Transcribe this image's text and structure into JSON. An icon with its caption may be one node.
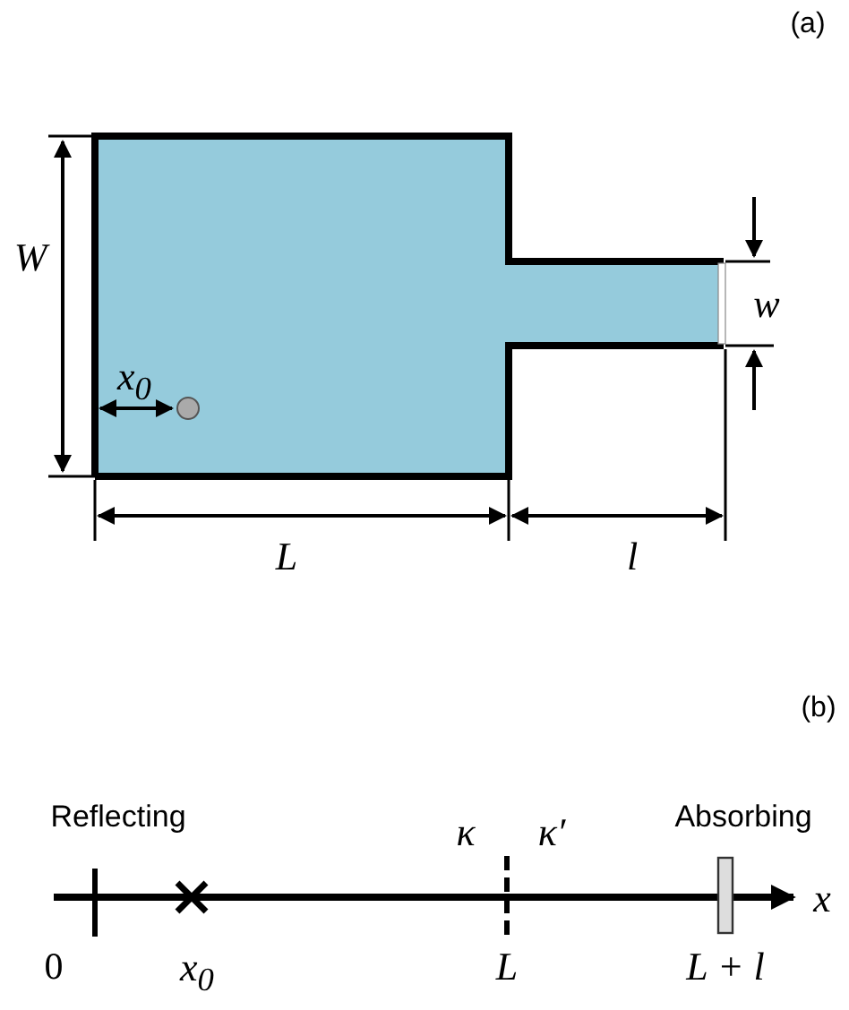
{
  "diagram": {
    "labels": [
      "(a)",
      "W",
      "w",
      "x$_{0}$",
      "L",
      "l",
      "(b)",
      "Reflecting",
      "κ",
      "κ′",
      "Absorbing",
      "x",
      "0",
      "x$_{0}$",
      "L",
      "L + l"
    ]
  }
}
